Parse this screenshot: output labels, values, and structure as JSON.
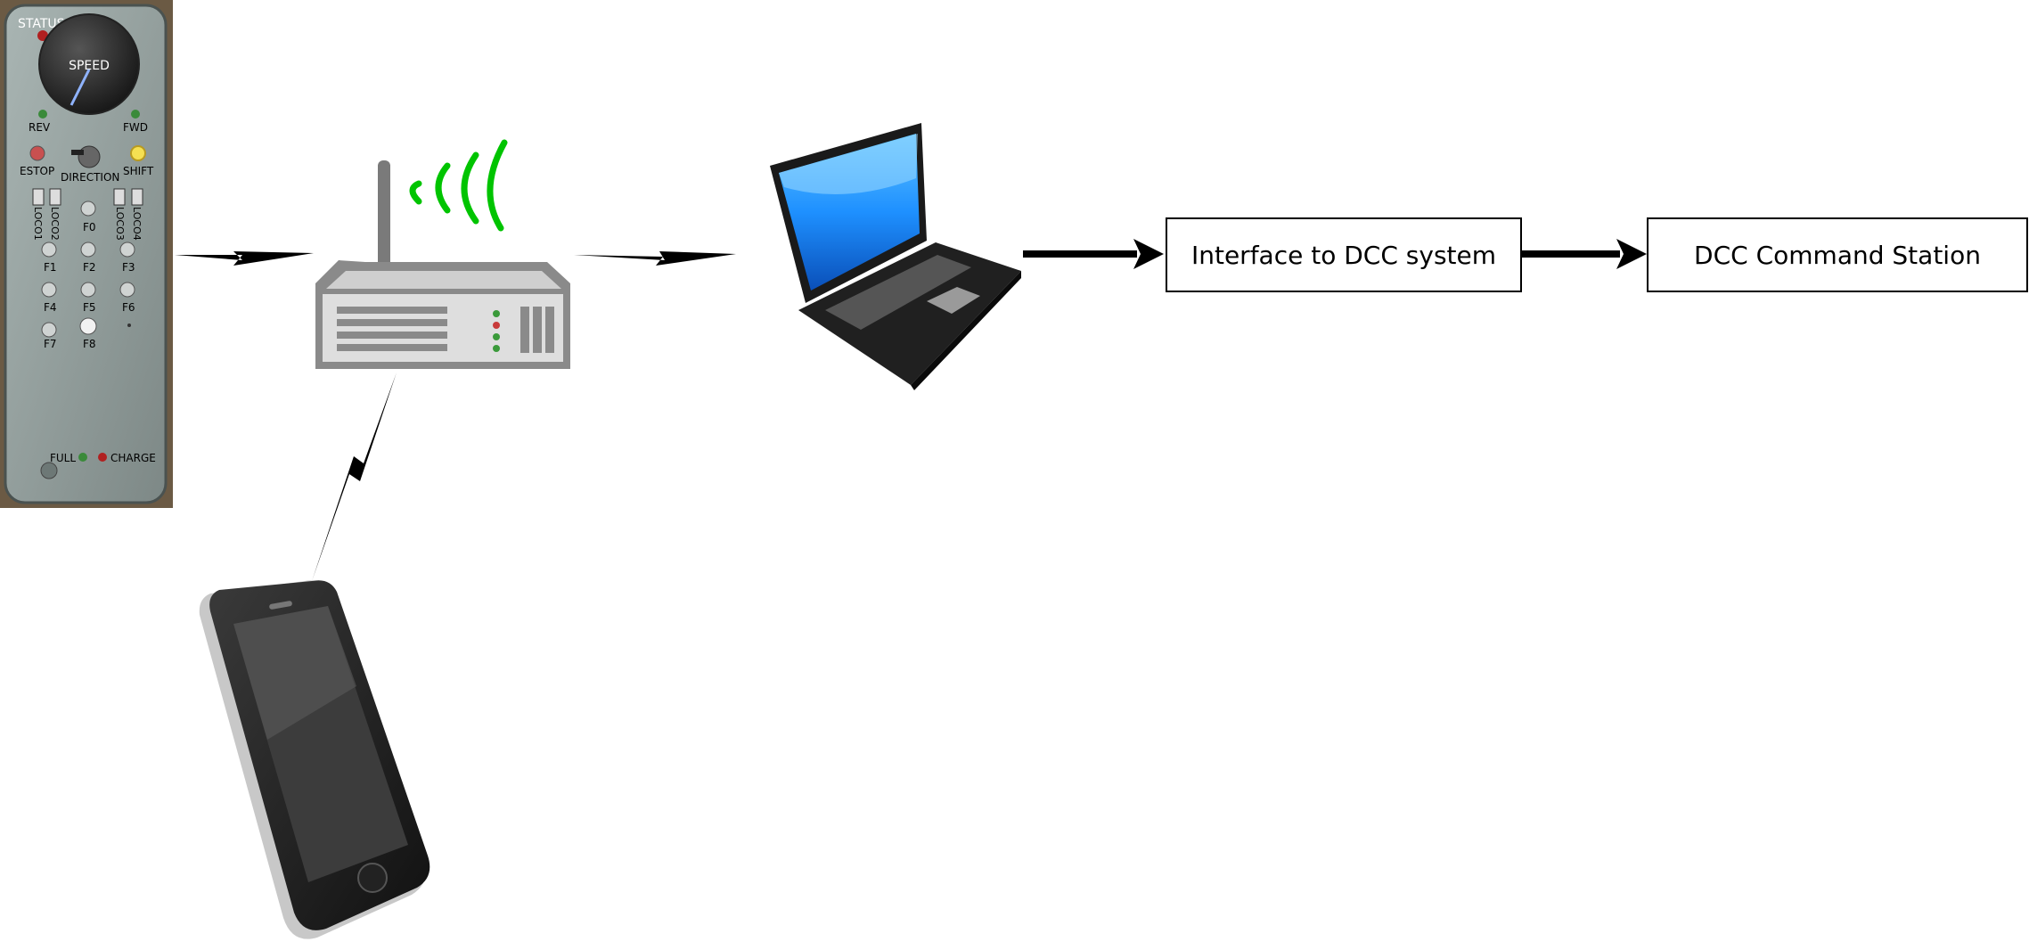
{
  "diagram": {
    "nodes": {
      "throttle": {
        "status_label": "STATUS",
        "speed_label": "SPEED",
        "rev_label": "REV",
        "fwd_label": "FWD",
        "estop_label": "ESTOP",
        "direction_label": "DIRECTION",
        "shift_label": "SHIFT",
        "loco_labels": [
          "LOCO1",
          "LOCO2",
          "LOCO3",
          "LOCO4"
        ],
        "function_labels": [
          "F0",
          "F1",
          "F2",
          "F3",
          "F4",
          "F5",
          "F6",
          "F7",
          "F8"
        ],
        "full_label": "FULL",
        "charge_label": "CHARGE"
      },
      "router": {
        "icon": "wifi-router-icon"
      },
      "laptop": {
        "icon": "laptop-icon"
      },
      "phone": {
        "icon": "smartphone-icon"
      },
      "interface": {
        "label": "Interface to DCC system"
      },
      "command_station": {
        "label": "DCC Command Station"
      }
    },
    "colors": {
      "wifi_waves": "#00c400",
      "arrow": "#000000",
      "throttle_body": "#8e9a98",
      "laptop_screen": "#1e90ff"
    }
  }
}
